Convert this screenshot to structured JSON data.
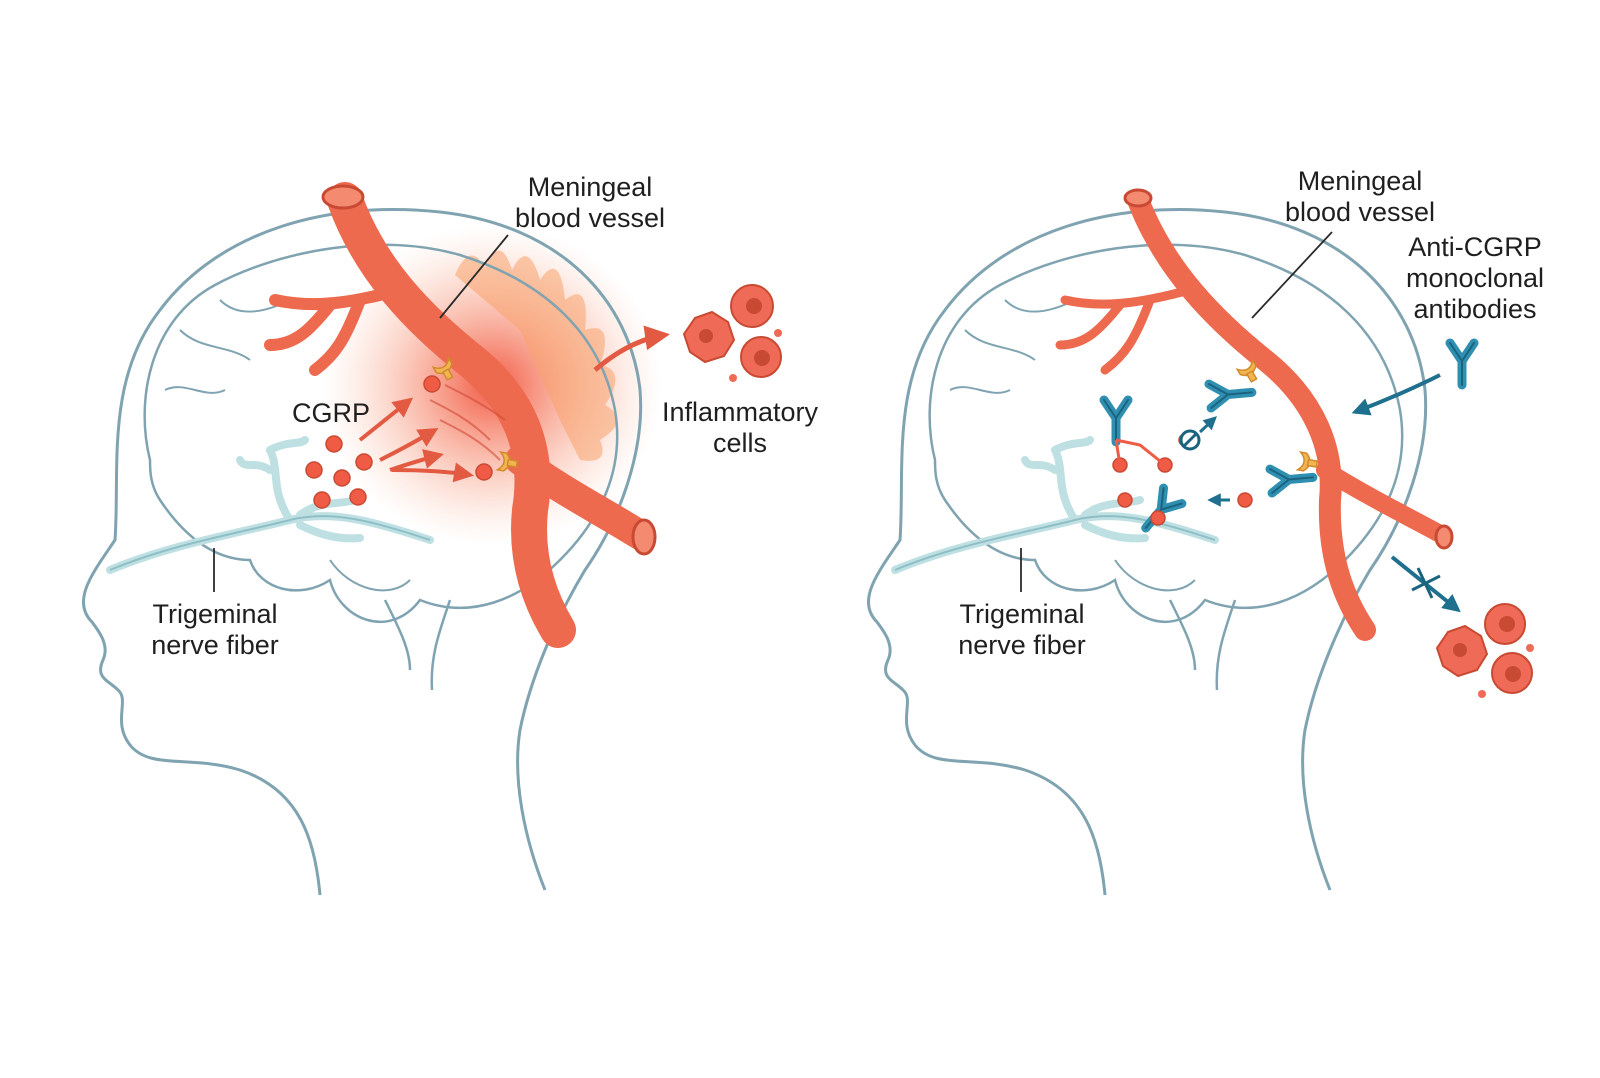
{
  "left_panel": {
    "vessel_label": [
      "Meningeal",
      "blood vessel"
    ],
    "cgrp_label": "CGRP",
    "inflammatory_label": [
      "Inflammatory",
      "cells"
    ],
    "nerve_label": [
      "Trigeminal",
      "nerve fiber"
    ]
  },
  "right_panel": {
    "vessel_label": [
      "Meningeal",
      "blood vessel"
    ],
    "antibody_label": [
      "Anti-CGRP",
      "monoclonal",
      "antibodies"
    ],
    "nerve_label": [
      "Trigeminal",
      "nerve fiber"
    ]
  },
  "colors": {
    "outline": "#7fa3b0",
    "nerve": "#bfe0e3",
    "vessel": "#ee6a4e",
    "vessel_dark": "#c94a33",
    "cgrp": "#ef5b45",
    "receptor": "#f2b451",
    "antibody": "#2f8fb0",
    "antibody_dark": "#1b6480",
    "inflammation": "#f5853f",
    "leader": "#2a2a2a"
  }
}
